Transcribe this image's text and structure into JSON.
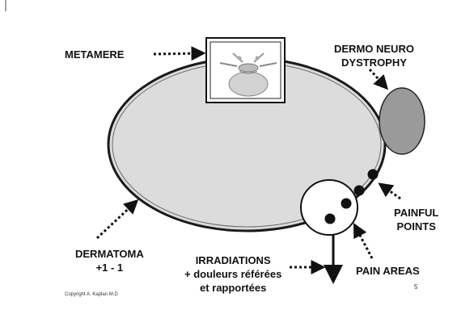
{
  "labels": {
    "metamere": "METAMERE",
    "dermo_neuro_dystrophy": "DERMO NEURO\nDYSTROPHY",
    "painful_points": "PAINFUL\nPOINTS",
    "pain_areas": "PAIN AREAS",
    "dermatoma": "DERMATOMA\n+1 - 1",
    "irradiations": "IRRADIATIONS\n+ douleurs référées\net rapportées"
  },
  "footer": {
    "copyright": "Copyright A. Kaplan M.D",
    "page_number": "5"
  },
  "colors": {
    "ellipse_fill": "#dcdcdc",
    "ellipse_stroke": "#1a1a1a",
    "dystrophy_fill": "#9a9a9a",
    "point_fill": "#111111",
    "arrow": "#111111"
  },
  "icons": {
    "metamere_image": "vertebra-icon"
  }
}
